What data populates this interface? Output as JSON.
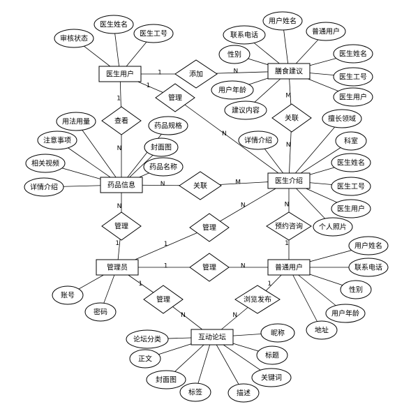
{
  "entities": [
    {
      "id": "doctor_user",
      "label": "医生用户"
    },
    {
      "id": "diet_advice",
      "label": "膳食建议"
    },
    {
      "id": "drug_info",
      "label": "药品信息"
    },
    {
      "id": "doctor_intro",
      "label": "医生介绍"
    },
    {
      "id": "admin",
      "label": "管理员"
    },
    {
      "id": "normal_user",
      "label": "普通用户"
    },
    {
      "id": "forum",
      "label": "互动论坛"
    }
  ],
  "relationships": [
    {
      "id": "add",
      "label": "添加",
      "from": "doctor_user",
      "to": "diet_advice",
      "card_from": "1",
      "card_to": "N"
    },
    {
      "id": "manage_du",
      "label": "管理",
      "from": "doctor_user",
      "to": "doctor_intro",
      "card_from": "1",
      "card_to": "N"
    },
    {
      "id": "view",
      "label": "查看",
      "from": "doctor_user",
      "to": "drug_info",
      "card_from": "1",
      "card_to": "N"
    },
    {
      "id": "assoc_diet",
      "label": "关联",
      "from": "diet_advice",
      "to": "doctor_intro",
      "card_from": "M",
      "card_to": "N"
    },
    {
      "id": "assoc_drug",
      "label": "关联",
      "from": "drug_info",
      "to": "doctor_intro",
      "card_from": "N",
      "card_to": "M"
    },
    {
      "id": "manage_drug",
      "label": "管理",
      "from": "drug_info",
      "to": "admin",
      "card_from": "N",
      "card_to": "1"
    },
    {
      "id": "manage_di",
      "label": "管理",
      "from": "admin",
      "to": "doctor_intro",
      "card_from": "1",
      "card_to": "N"
    },
    {
      "id": "consult",
      "label": "预约咨询",
      "from": "doctor_intro",
      "to": "normal_user",
      "card_from": "N",
      "card_to": "1"
    },
    {
      "id": "manage_nu",
      "label": "管理",
      "from": "admin",
      "to": "normal_user",
      "card_from": "1",
      "card_to": "N"
    },
    {
      "id": "manage_forum",
      "label": "管理",
      "from": "admin",
      "to": "forum",
      "card_from": "1",
      "card_to": "N"
    },
    {
      "id": "browse_post",
      "label": "浏览发布",
      "from": "normal_user",
      "to": "forum",
      "card_from": "1",
      "card_to": "N"
    }
  ],
  "attributes": [
    {
      "owner": "doctor_user",
      "label": "审核状态"
    },
    {
      "owner": "doctor_user",
      "label": "医生姓名"
    },
    {
      "owner": "doctor_user",
      "label": "医生工号"
    },
    {
      "owner": "diet_advice",
      "label": "联系电话"
    },
    {
      "owner": "diet_advice",
      "label": "用户姓名"
    },
    {
      "owner": "diet_advice",
      "label": "普通用户"
    },
    {
      "owner": "diet_advice",
      "label": "性别"
    },
    {
      "owner": "diet_advice",
      "label": "医生姓名"
    },
    {
      "owner": "diet_advice",
      "label": "医生工号"
    },
    {
      "owner": "diet_advice",
      "label": "用户年龄"
    },
    {
      "owner": "diet_advice",
      "label": "医生用户"
    },
    {
      "owner": "diet_advice",
      "label": "建议内容"
    },
    {
      "owner": "drug_info",
      "label": "用法用量"
    },
    {
      "owner": "drug_info",
      "label": "药品规格"
    },
    {
      "owner": "drug_info",
      "label": "注意事项"
    },
    {
      "owner": "drug_info",
      "label": "封面图"
    },
    {
      "owner": "drug_info",
      "label": "相关视频"
    },
    {
      "owner": "drug_info",
      "label": "药品名称"
    },
    {
      "owner": "drug_info",
      "label": "详情介绍"
    },
    {
      "owner": "doctor_intro",
      "label": "擅长领域"
    },
    {
      "owner": "doctor_intro",
      "label": "详情介绍"
    },
    {
      "owner": "doctor_intro",
      "label": "科室"
    },
    {
      "owner": "doctor_intro",
      "label": "医生姓名"
    },
    {
      "owner": "doctor_intro",
      "label": "医生工号"
    },
    {
      "owner": "doctor_intro",
      "label": "医生用户"
    },
    {
      "owner": "doctor_intro",
      "label": "个人照片"
    },
    {
      "owner": "normal_user",
      "label": "用户姓名"
    },
    {
      "owner": "normal_user",
      "label": "联系电话"
    },
    {
      "owner": "normal_user",
      "label": "性别"
    },
    {
      "owner": "normal_user",
      "label": "用户年龄"
    },
    {
      "owner": "normal_user",
      "label": "地址"
    },
    {
      "owner": "admin",
      "label": "账号"
    },
    {
      "owner": "admin",
      "label": "密码"
    },
    {
      "owner": "forum",
      "label": "论坛分类"
    },
    {
      "owner": "forum",
      "label": "昵称"
    },
    {
      "owner": "forum",
      "label": "正文"
    },
    {
      "owner": "forum",
      "label": "标题"
    },
    {
      "owner": "forum",
      "label": "封面图"
    },
    {
      "owner": "forum",
      "label": "关键词"
    },
    {
      "owner": "forum",
      "label": "标签"
    },
    {
      "owner": "forum",
      "label": "描述"
    }
  ]
}
